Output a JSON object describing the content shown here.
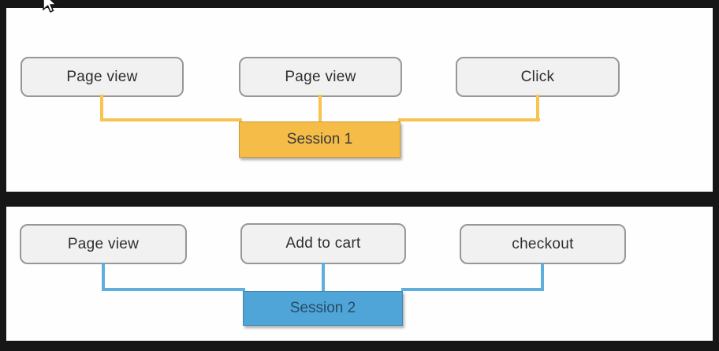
{
  "diagram": {
    "panels": [
      {
        "id": "session-1",
        "events": [
          {
            "label": "Page view"
          },
          {
            "label": "Page view"
          },
          {
            "label": "Click"
          }
        ],
        "session": {
          "label": "Session 1"
        },
        "colors": {
          "line": "#FAC24E",
          "box": "#F6BC48",
          "box_text": "#3a3a3a"
        }
      },
      {
        "id": "session-2",
        "events": [
          {
            "label": "Page view"
          },
          {
            "label": "Add to cart"
          },
          {
            "label": "checkout"
          }
        ],
        "session": {
          "label": "Session 2"
        },
        "colors": {
          "line": "#5EAEDE",
          "box": "#50A5D8",
          "box_text": "#274B66"
        }
      }
    ],
    "colors": {
      "background": "#161616",
      "panel": "#FEFEFE",
      "event_fill": "#F1F1F1",
      "event_border": "#979797",
      "event_text": "#2E2E2E"
    },
    "icons": {
      "cursor": "arrow-pointer"
    }
  }
}
